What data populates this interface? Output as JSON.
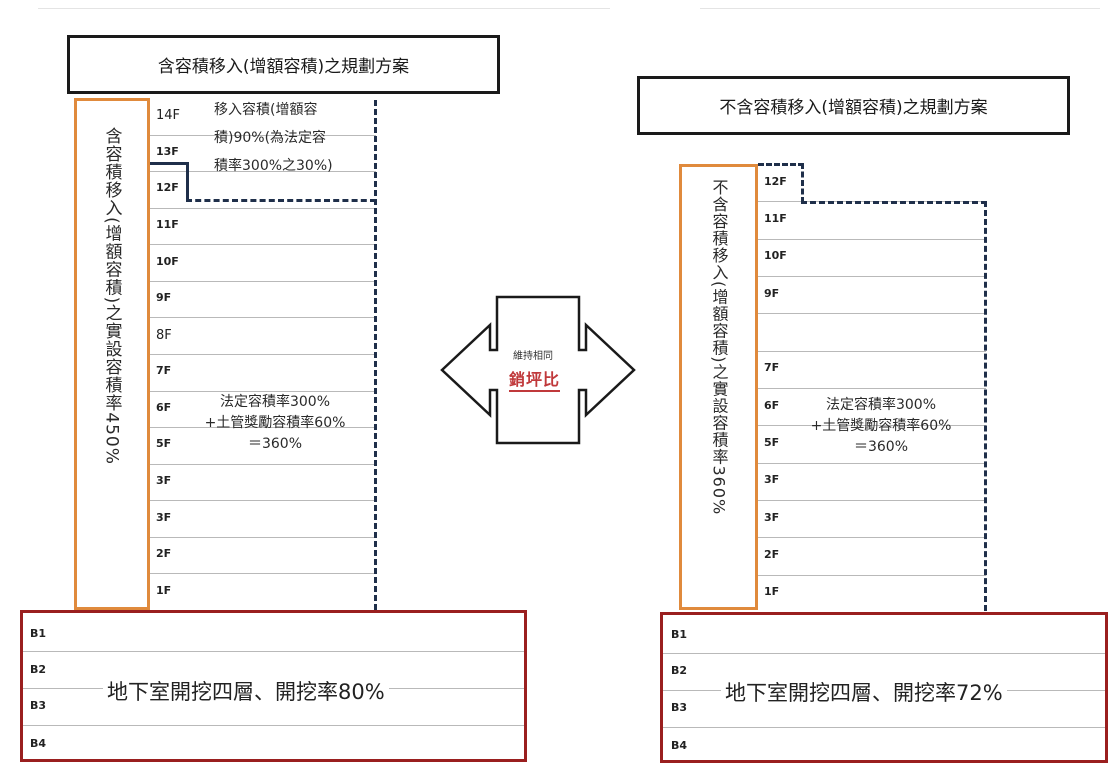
{
  "left": {
    "title": "含容積移入(增額容積)之規劃方案",
    "far_label": "含容積移入(增額容積)之實設容積率450%",
    "floors": [
      "14F",
      "13F",
      "12F",
      "11F",
      "10F",
      "9F",
      "8F",
      "7F",
      "6F",
      "5F",
      "3F",
      "3F",
      "2F",
      "1F"
    ],
    "transfer_note": [
      "移入容積(增額容",
      "積)90%(為法定容",
      "積率300%之30%)"
    ],
    "far_text": [
      "法定容積率300%",
      "+土管獎勵容積率60%",
      "＝360%"
    ],
    "basement_labels": [
      "B1",
      "B2",
      "B3",
      "B4"
    ],
    "basement_text": "地下室開挖四層、開挖率80%"
  },
  "right": {
    "title": "不含容積移入(增額容積)之規劃方案",
    "far_label": "不含容積移入(增額容積)之實設容積率360%",
    "floors": [
      "12F",
      "11F",
      "10F",
      "9F",
      "",
      "7F",
      "6F",
      "5F",
      "3F",
      "3F",
      "2F",
      "1F"
    ],
    "far_text": [
      "法定容積率300%",
      "+土管獎勵容積率60%",
      "＝360%"
    ],
    "basement_labels": [
      "B1",
      "B2",
      "B3",
      "B4"
    ],
    "basement_text": "地下室開挖四層、開挖率72%"
  },
  "arrow": {
    "line1": "維持相同",
    "line2": "銷坪比"
  },
  "colors": {
    "far_box_border": "#e08a3c",
    "basement_border": "#9a1f1f",
    "building_outline": "#1f2f4a",
    "highlight_text": "#c0393b"
  }
}
